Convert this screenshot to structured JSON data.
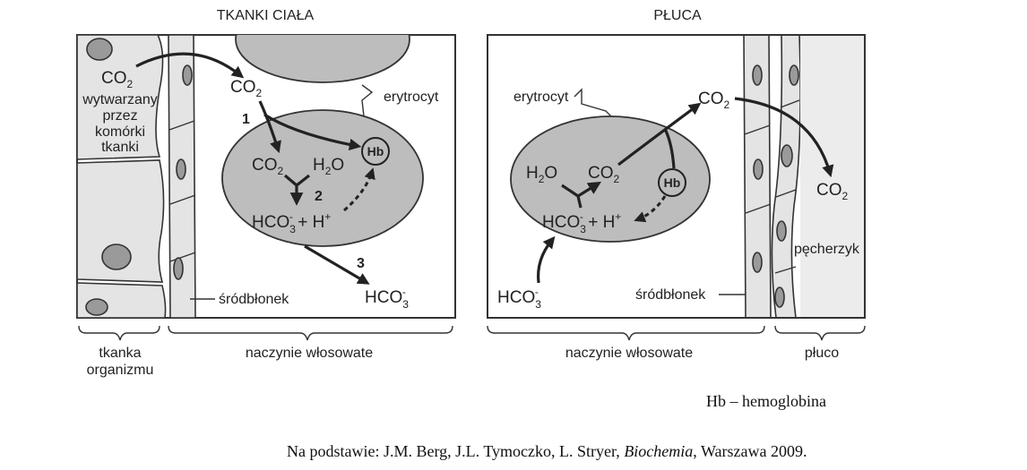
{
  "left_panel": {
    "title": "TKANKI  CIAŁA",
    "co2_source": {
      "main": "CO",
      "sub": "2"
    },
    "source_lines": [
      "wytwarzany",
      "przez",
      "komórki",
      "tkanki"
    ],
    "co2_top": {
      "main": "CO",
      "sub": "2"
    },
    "step_1": "1",
    "step_2": "2",
    "step_3": "3",
    "co2_inner": {
      "main": "CO",
      "sub": "2"
    },
    "h2o": {
      "a": "H",
      "sub": "2",
      "b": "O"
    },
    "hb": "Hb",
    "hco3_h": {
      "main": "HCO",
      "sub": "3",
      "sup": "-",
      "mid": " + H",
      "sup2": "+"
    },
    "hco3_out": {
      "main": "HCO",
      "sub": "3",
      "sup": "-"
    },
    "erytrocyt_label": "erytrocyt",
    "endothelium_label": "śródbłonek",
    "bottom_left_label": [
      "tkanka",
      "organizmu"
    ],
    "bottom_right_label": "naczynie włosowate"
  },
  "right_panel": {
    "title": "PŁUCA",
    "erytrocyt_label": "erytrocyt",
    "co2_out": {
      "main": "CO",
      "sub": "2"
    },
    "co2_alveolus": {
      "main": "CO",
      "sub": "2"
    },
    "h2o": {
      "a": "H",
      "sub": "2",
      "b": "O"
    },
    "co2_inner": {
      "main": "CO",
      "sub": "2"
    },
    "hb": "Hb",
    "hco3_h": {
      "main": "HCO",
      "sub": "3",
      "sup": "-",
      "mid": " + H",
      "sup2": "+"
    },
    "hco3_in": {
      "main": "HCO",
      "sub": "3",
      "sup": "-"
    },
    "endothelium_label": "śródbłonek",
    "alveolus_label": "pęcherzyk",
    "bottom_left_label": "naczynie włosowate",
    "bottom_right_label": "płuco"
  },
  "legend": {
    "hb": "Hb – hemoglobina"
  },
  "source": {
    "prefix": "Na podstawie: J.M. Berg, J.L. Tymoczko, L. Stryer, ",
    "book": "Biochemia",
    "suffix": ", Warszawa 2009."
  }
}
